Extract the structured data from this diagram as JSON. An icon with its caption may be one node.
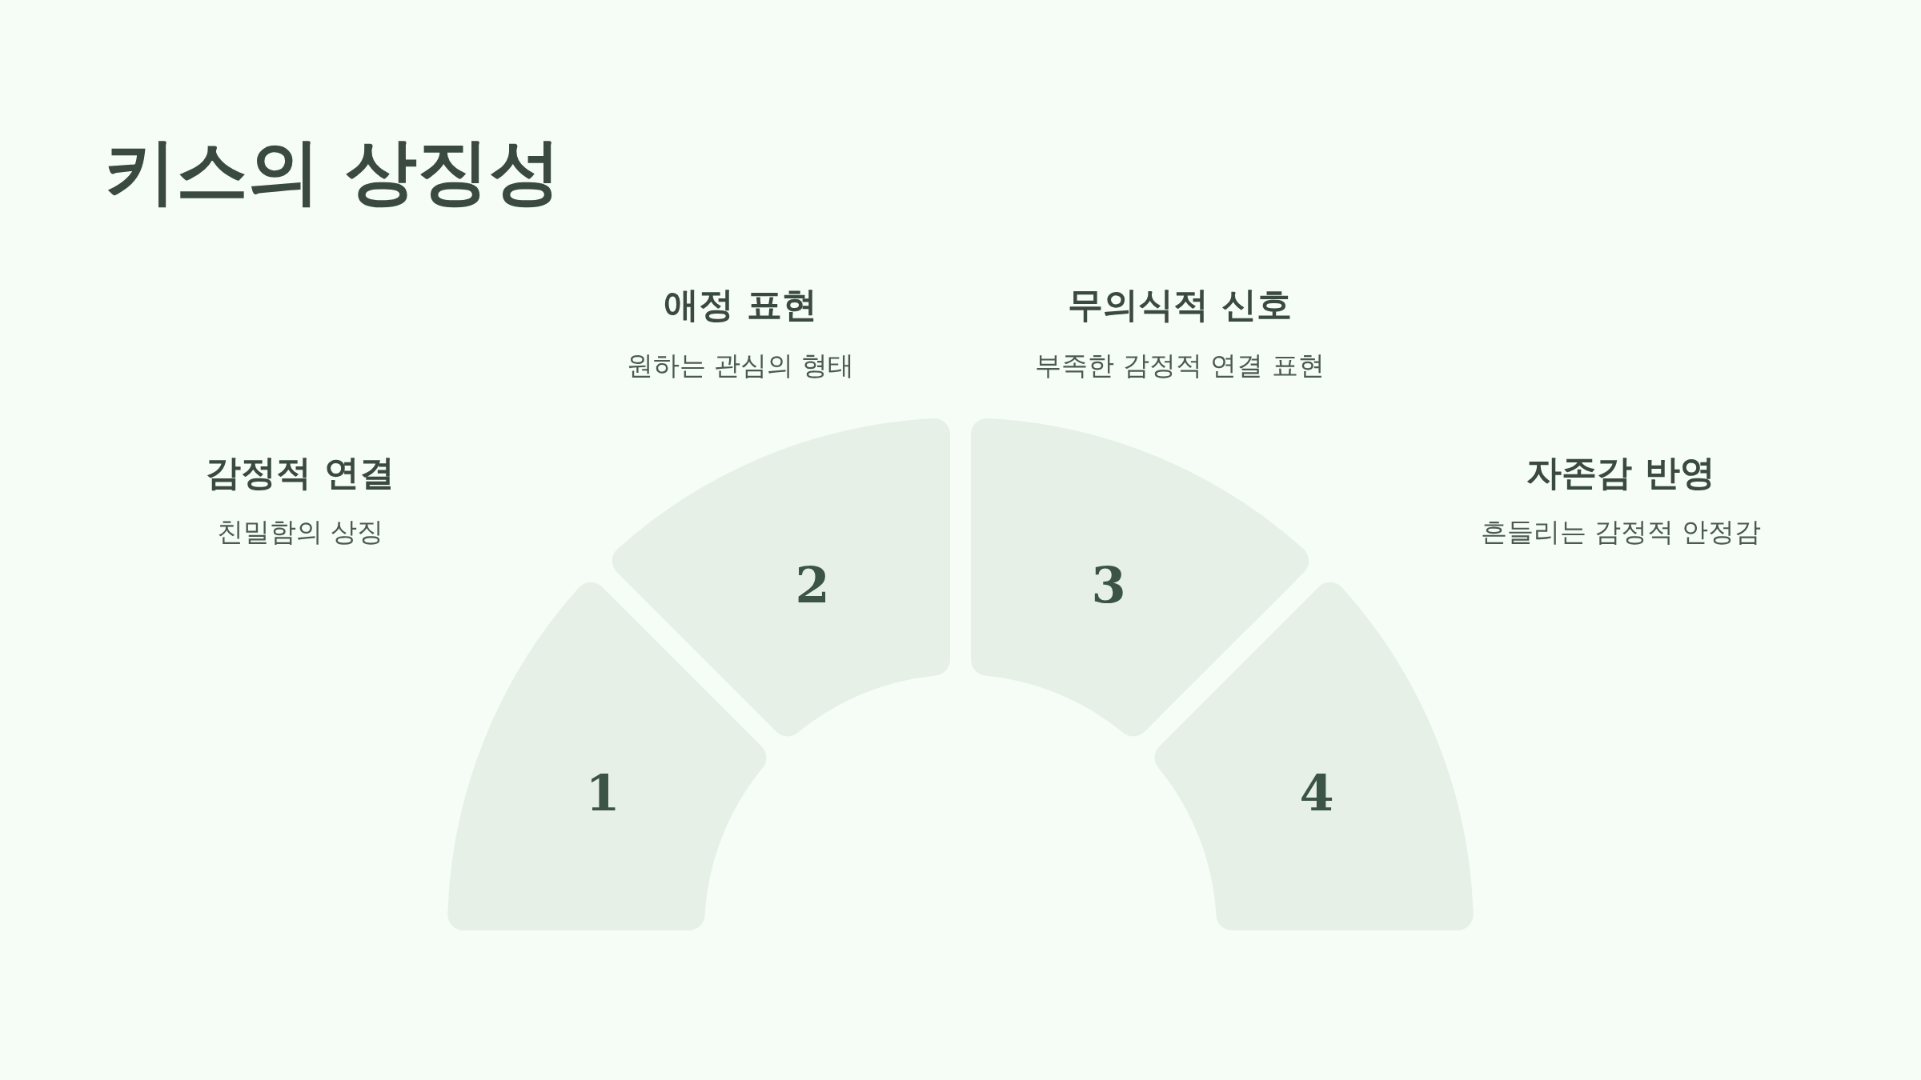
{
  "diagram": {
    "title": "키스의 상징성",
    "nodes": [
      {
        "text": [
          "1"
        ],
        "beside": [
          "감정적 연결",
          "친밀함의 상징"
        ]
      },
      {
        "text": [
          "2"
        ],
        "beside": [
          "애정 표현",
          "원하는 관심의 형태"
        ]
      },
      {
        "text": [
          "3"
        ],
        "beside": [
          "무의식적 신호",
          "부족한 감정적 연결 표현"
        ]
      },
      {
        "text": [
          "4"
        ],
        "beside": [
          "자존감 반영",
          "흔들리는 감정적 안정감"
        ]
      }
    ]
  }
}
